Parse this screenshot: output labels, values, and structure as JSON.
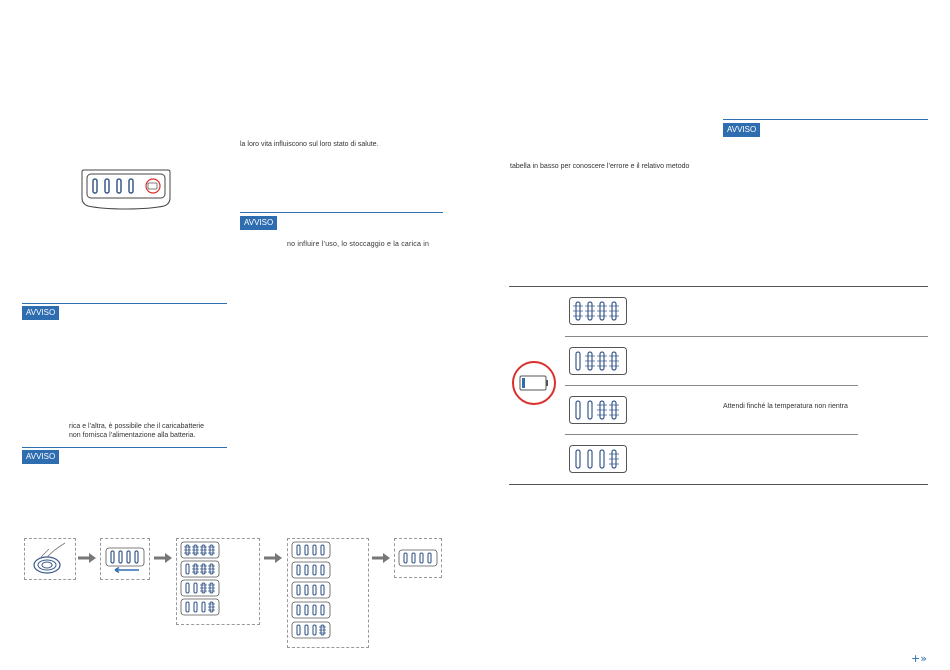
{
  "left": {
    "notice_label": "AVVISO",
    "text_charger": "rica e l’altra, è possibile che il caricabatterie non fornisca l’alimentazione alla batteria.",
    "text_charger_l1": "rica e l’altra, è possibile che il caricabatterie",
    "text_charger_l2": "non fornisca l’alimentazione alla batteria."
  },
  "middle": {
    "text_health": "la loro vita influiscono sul loro stato di salute.",
    "notice_label": "AVVISO",
    "text_use": "no influire l’uso, lo stoccaggio e la carica in"
  },
  "right": {
    "notice_label": "AVVISO",
    "text_table": "tabella in basso per conoscere l’errore e il relativo metodo",
    "table_wait": "Attendi finché la temperatura non rientra"
  },
  "footer": {
    "next_icon_glyph": "+»"
  },
  "colors": {
    "accent": "#2e6db0",
    "error_ring": "#d9302c",
    "bar": "#3a5a8a"
  },
  "icons": [
    "battery-device-icon",
    "charging-pad-icon",
    "battery-bars-icon",
    "battery-empty-icon",
    "next-page-icon"
  ]
}
